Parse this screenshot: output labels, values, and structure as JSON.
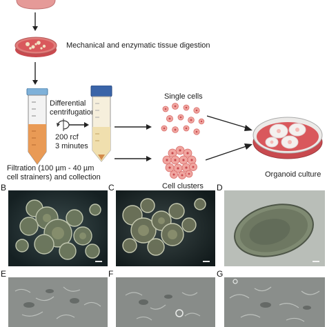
{
  "steps": {
    "digestion": "Mechanical and enzymatic tissue digestion",
    "centrifugation_line1": "Differential",
    "centrifugation_line2": "centrifugation",
    "speed": "200 rcf",
    "time": "3 minutes",
    "filtration_line1": "Filtration (100 µm - 40 µm",
    "filtration_line2": "cell strainers) and collection",
    "single_cells": "Single cells",
    "cell_clusters": "Cell clusters",
    "organoid_culture": "Organoid culture"
  },
  "panels": {
    "b": "B",
    "c": "C",
    "d": "D",
    "e": "E",
    "f": "F",
    "g": "G"
  },
  "colors": {
    "dish_pink": "#e59a98",
    "dish_dark": "#c84a4f",
    "tissue_beige": "#f2e2c4",
    "tube_orange": "#e99a55",
    "tube_cap_blue": "#3a64a8",
    "micro_dark": "#1f2a2c",
    "micro_gray": "#8b8f8c"
  }
}
